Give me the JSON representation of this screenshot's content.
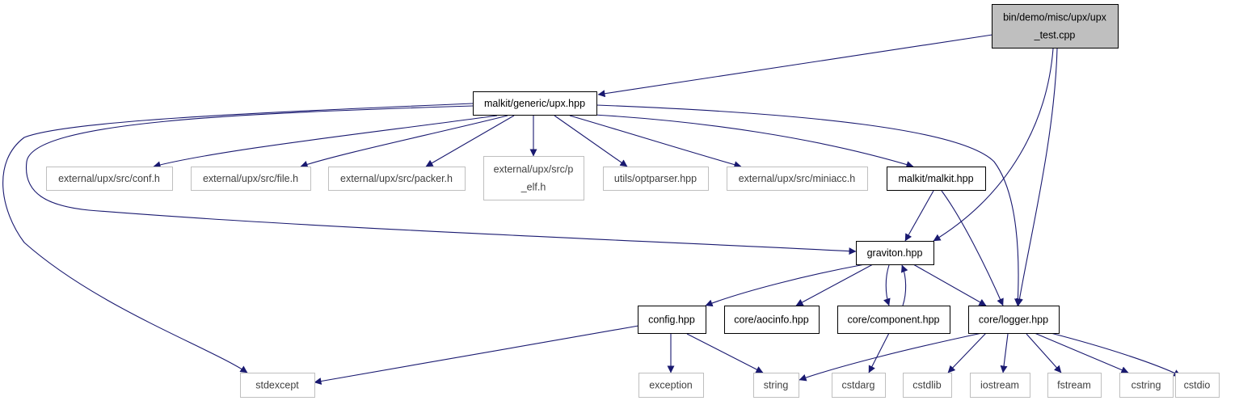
{
  "colors": {
    "edge": "#191970",
    "root_fill": "#bfbfbf",
    "node_border": "#000000",
    "external_border": "#bfbfbf",
    "external_text": "#404040",
    "text": "#000000"
  },
  "nodes": [
    {
      "id": "upx_test",
      "lines": [
        "bin/demo/misc/upx/upx",
        "_test.cpp"
      ],
      "kind": "root"
    },
    {
      "id": "generic_upx",
      "lines": [
        "malkit/generic/upx.hpp"
      ],
      "kind": "documented"
    },
    {
      "id": "conf_h",
      "lines": [
        "external/upx/src/conf.h"
      ],
      "kind": "external"
    },
    {
      "id": "file_h",
      "lines": [
        "external/upx/src/file.h"
      ],
      "kind": "external"
    },
    {
      "id": "packer_h",
      "lines": [
        "external/upx/src/packer.h"
      ],
      "kind": "external"
    },
    {
      "id": "p_elf_h",
      "lines": [
        "external/upx/src/p",
        "_elf.h"
      ],
      "kind": "external"
    },
    {
      "id": "optparser",
      "lines": [
        "utils/optparser.hpp"
      ],
      "kind": "external"
    },
    {
      "id": "miniacc_h",
      "lines": [
        "external/upx/src/miniacc.h"
      ],
      "kind": "external"
    },
    {
      "id": "malkit_hpp",
      "lines": [
        "malkit/malkit.hpp"
      ],
      "kind": "documented"
    },
    {
      "id": "graviton",
      "lines": [
        "graviton.hpp"
      ],
      "kind": "documented"
    },
    {
      "id": "config",
      "lines": [
        "config.hpp"
      ],
      "kind": "documented"
    },
    {
      "id": "aocinfo",
      "lines": [
        "core/aocinfo.hpp"
      ],
      "kind": "documented"
    },
    {
      "id": "component",
      "lines": [
        "core/component.hpp"
      ],
      "kind": "documented"
    },
    {
      "id": "logger",
      "lines": [
        "core/logger.hpp"
      ],
      "kind": "documented"
    },
    {
      "id": "stdexcept",
      "lines": [
        "stdexcept"
      ],
      "kind": "external"
    },
    {
      "id": "exception",
      "lines": [
        "exception"
      ],
      "kind": "external"
    },
    {
      "id": "string",
      "lines": [
        "string"
      ],
      "kind": "external"
    },
    {
      "id": "cstdarg",
      "lines": [
        "cstdarg"
      ],
      "kind": "external"
    },
    {
      "id": "cstdlib",
      "lines": [
        "cstdlib"
      ],
      "kind": "external"
    },
    {
      "id": "iostream",
      "lines": [
        "iostream"
      ],
      "kind": "external"
    },
    {
      "id": "fstream",
      "lines": [
        "fstream"
      ],
      "kind": "external"
    },
    {
      "id": "cstring",
      "lines": [
        "cstring"
      ],
      "kind": "external"
    },
    {
      "id": "cstdio",
      "lines": [
        "cstdio"
      ],
      "kind": "external"
    }
  ],
  "edges": [
    {
      "from": "upx_test",
      "to": "generic_upx"
    },
    {
      "from": "upx_test",
      "to": "graviton"
    },
    {
      "from": "upx_test",
      "to": "logger"
    },
    {
      "from": "generic_upx",
      "to": "conf_h"
    },
    {
      "from": "generic_upx",
      "to": "file_h"
    },
    {
      "from": "generic_upx",
      "to": "packer_h"
    },
    {
      "from": "generic_upx",
      "to": "p_elf_h"
    },
    {
      "from": "generic_upx",
      "to": "optparser"
    },
    {
      "from": "generic_upx",
      "to": "miniacc_h"
    },
    {
      "from": "generic_upx",
      "to": "malkit_hpp"
    },
    {
      "from": "generic_upx",
      "to": "graviton"
    },
    {
      "from": "generic_upx",
      "to": "logger"
    },
    {
      "from": "generic_upx",
      "to": "stdexcept"
    },
    {
      "from": "malkit_hpp",
      "to": "graviton"
    },
    {
      "from": "malkit_hpp",
      "to": "logger"
    },
    {
      "from": "graviton",
      "to": "config"
    },
    {
      "from": "graviton",
      "to": "aocinfo"
    },
    {
      "from": "graviton",
      "to": "component"
    },
    {
      "from": "graviton",
      "to": "logger"
    },
    {
      "from": "component",
      "to": "graviton"
    },
    {
      "from": "component",
      "to": "cstdarg"
    },
    {
      "from": "config",
      "to": "stdexcept"
    },
    {
      "from": "config",
      "to": "exception"
    },
    {
      "from": "config",
      "to": "string"
    },
    {
      "from": "logger",
      "to": "string"
    },
    {
      "from": "logger",
      "to": "cstdlib"
    },
    {
      "from": "logger",
      "to": "iostream"
    },
    {
      "from": "logger",
      "to": "fstream"
    },
    {
      "from": "logger",
      "to": "cstring"
    },
    {
      "from": "logger",
      "to": "cstdio"
    }
  ]
}
